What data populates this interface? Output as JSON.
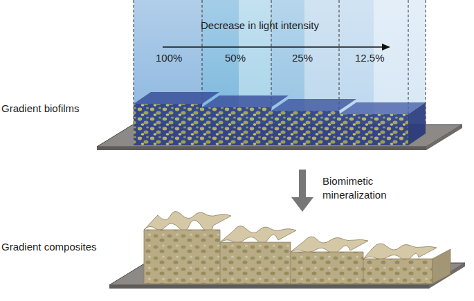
{
  "diagram": {
    "labels": [
      "Decrease in light intensity",
      "100%",
      "50%",
      "25%",
      "12.5%",
      "Gradient biofilms",
      "Biomimetic mineralization",
      "Gradient composites"
    ]
  }
}
